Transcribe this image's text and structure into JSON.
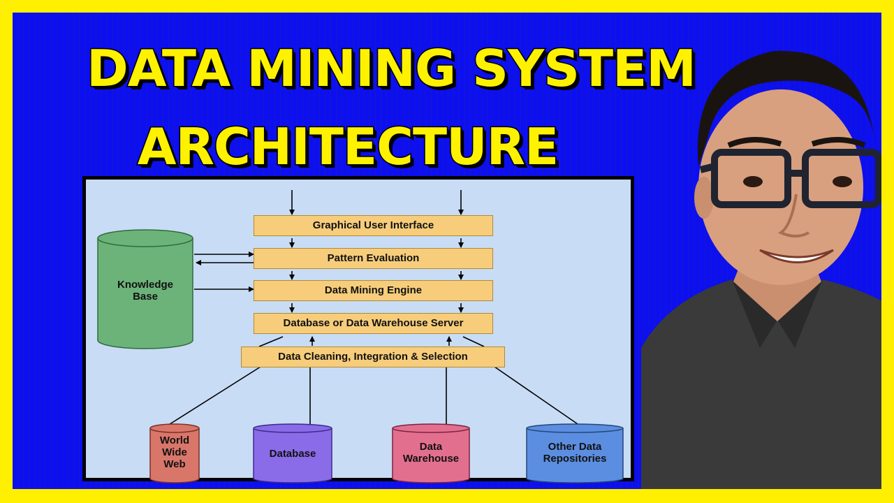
{
  "title": {
    "line1": "DATA MINING SYSTEM",
    "line2": "ARCHITECTURE"
  },
  "diagram": {
    "layers": {
      "gui": "Graphical User Interface",
      "pattern_evaluation": "Pattern Evaluation",
      "data_mining_engine": "Data Mining Engine",
      "db_server": "Database or Data Warehouse Server",
      "cleaning": "Data Cleaning, Integration & Selection"
    },
    "knowledge_base": {
      "line1": "Knowledge",
      "line2": "Base"
    },
    "sources": {
      "www": {
        "line1": "World",
        "line2": "Wide",
        "line3": "Web"
      },
      "database": "Database",
      "data_warehouse": {
        "line1": "Data",
        "line2": "Warehouse"
      },
      "other": {
        "line1": "Other Data",
        "line2": "Repositories"
      }
    },
    "colors": {
      "background": "#c8dcf5",
      "layer_fill": "#f7cd7b",
      "knowledge_base": "#6cb37a",
      "www": "#d9766a",
      "database": "#8a6be8",
      "data_warehouse": "#e36f8f",
      "other": "#5b8ee0"
    }
  },
  "colors": {
    "border": "#ffef00",
    "background": "#0c0ff0",
    "title": "#fff200"
  }
}
